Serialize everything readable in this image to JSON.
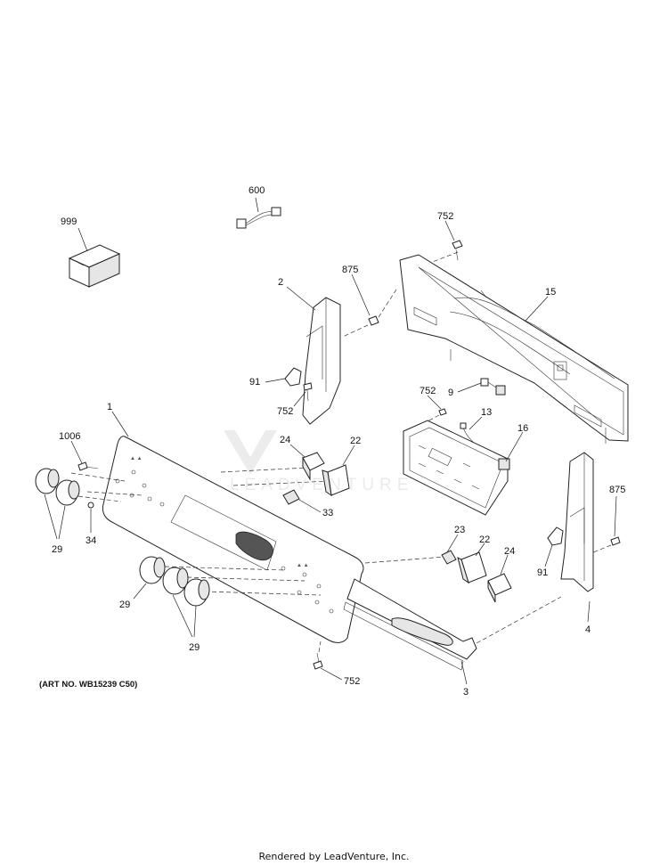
{
  "callouts": {
    "c999": "999",
    "c600": "600",
    "c752_top": "752",
    "c875_top": "875",
    "c2": "2",
    "c15": "15",
    "c91_left": "91",
    "c752_mid": "752",
    "c752_ctrl": "752",
    "c9": "9",
    "c13": "13",
    "c16": "16",
    "c1": "1",
    "c1006": "1006",
    "c24_top": "24",
    "c22_top": "22",
    "c33": "33",
    "c34": "34",
    "c29_left": "29",
    "c875_right": "875",
    "c23": "23",
    "c22_bot": "22",
    "c24_bot": "24",
    "c91_right": "91",
    "c29_mid": "29",
    "c29_bot": "29",
    "c4": "4",
    "c752_bot": "752",
    "c3": "3"
  },
  "art_number": "(ART NO. WB15239 C50)",
  "watermark": "LEADVENTURE",
  "footer": "Rendered by LeadVenture, Inc."
}
